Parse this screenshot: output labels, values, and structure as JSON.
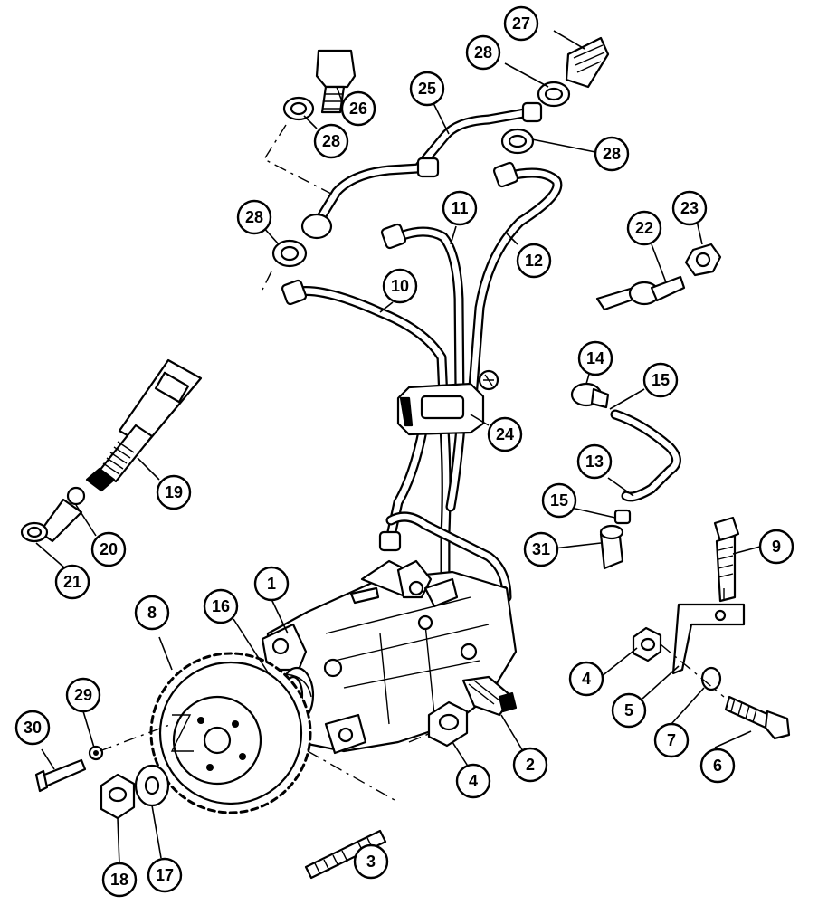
{
  "diagram": {
    "callouts": [
      {
        "id": "c1",
        "label": "1"
      },
      {
        "id": "c2",
        "label": "2"
      },
      {
        "id": "c3",
        "label": "3"
      },
      {
        "id": "c4a",
        "label": "4"
      },
      {
        "id": "c4b",
        "label": "4"
      },
      {
        "id": "c5",
        "label": "5"
      },
      {
        "id": "c6",
        "label": "6"
      },
      {
        "id": "c7",
        "label": "7"
      },
      {
        "id": "c8",
        "label": "8"
      },
      {
        "id": "c9",
        "label": "9"
      },
      {
        "id": "c10",
        "label": "10"
      },
      {
        "id": "c11",
        "label": "11"
      },
      {
        "id": "c12",
        "label": "12"
      },
      {
        "id": "c13",
        "label": "13"
      },
      {
        "id": "c14",
        "label": "14"
      },
      {
        "id": "c15a",
        "label": "15"
      },
      {
        "id": "c15b",
        "label": "15"
      },
      {
        "id": "c16",
        "label": "16"
      },
      {
        "id": "c17",
        "label": "17"
      },
      {
        "id": "c18",
        "label": "18"
      },
      {
        "id": "c19",
        "label": "19"
      },
      {
        "id": "c20",
        "label": "20"
      },
      {
        "id": "c21",
        "label": "21"
      },
      {
        "id": "c22",
        "label": "22"
      },
      {
        "id": "c23",
        "label": "23"
      },
      {
        "id": "c24",
        "label": "24"
      },
      {
        "id": "c25",
        "label": "25"
      },
      {
        "id": "c26",
        "label": "26"
      },
      {
        "id": "c27",
        "label": "27"
      },
      {
        "id": "c28a",
        "label": "28"
      },
      {
        "id": "c28b",
        "label": "28"
      },
      {
        "id": "c28c",
        "label": "28"
      },
      {
        "id": "c28d",
        "label": "28"
      },
      {
        "id": "c29",
        "label": "29"
      },
      {
        "id": "c30",
        "label": "30"
      },
      {
        "id": "c31",
        "label": "31"
      }
    ]
  }
}
